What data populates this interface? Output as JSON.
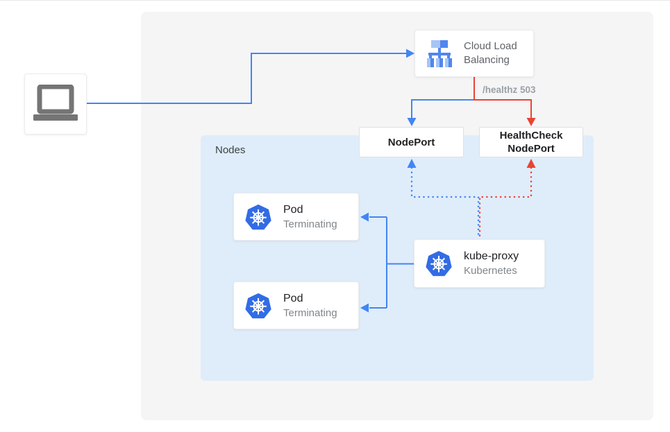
{
  "colors": {
    "edge_blue": "#4285F4",
    "edge_red": "#EA4335",
    "kubernetes_blue": "#326CE5",
    "lb_icon_light_blue": "#A6C5F7",
    "lb_icon_medium_blue": "#5187EE",
    "outer_panel_gray": "#F5F5F5",
    "nodes_panel_blue": "#DFEDFB",
    "laptop_gray": "#757575"
  },
  "nodes_panel": {
    "label": "Nodes"
  },
  "edges": {
    "healthz_label": "/healthz 503"
  },
  "client": {
    "icon": "laptop-icon"
  },
  "cloud_load_balancing": {
    "line1": "Cloud Load",
    "line2": "Balancing",
    "icon": "load-balancer-icon"
  },
  "nodeport": {
    "label": "NodePort"
  },
  "healthcheck_nodeport": {
    "line1": "HealthCheck",
    "line2": "NodePort"
  },
  "pods": [
    {
      "title": "Pod",
      "status": "Terminating",
      "icon": "kubernetes-icon"
    },
    {
      "title": "Pod",
      "status": "Terminating",
      "icon": "kubernetes-icon"
    }
  ],
  "kube_proxy": {
    "title": "kube-proxy",
    "subtitle": "Kubernetes",
    "icon": "kubernetes-icon"
  }
}
